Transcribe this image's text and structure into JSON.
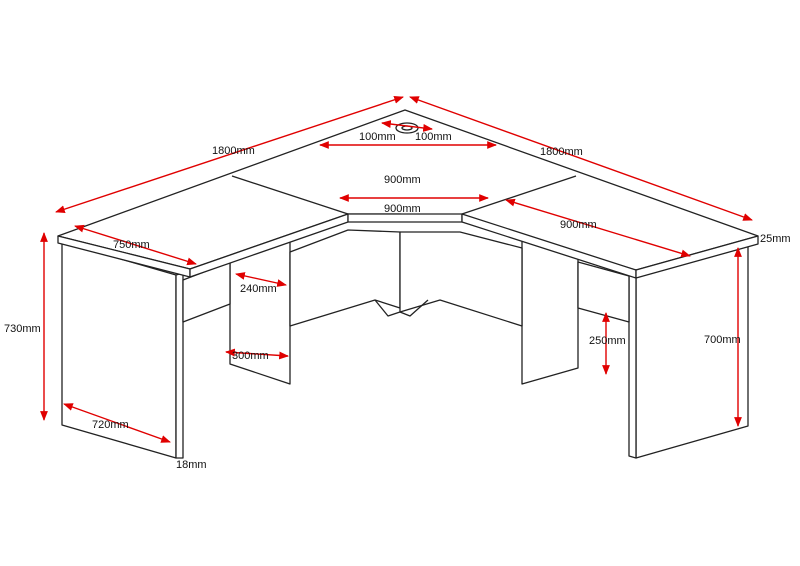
{
  "colors": {
    "dimension": "#e00000",
    "outline": "#222222",
    "background": "#ffffff"
  },
  "dimensions": {
    "total_length_left": "1800mm",
    "total_length_right": "1800mm",
    "grommet_left": "100mm",
    "grommet_right": "100mm",
    "corner_width_top": "900mm",
    "corner_width_bottom": "900mm",
    "right_return": "900mm",
    "top_thickness": "25mm",
    "desk_depth": "750mm",
    "modesty_panel_depth": "240mm",
    "overall_height": "730mm",
    "inner_leg_width": "300mm",
    "panel_height": "250mm",
    "leg_height": "700mm",
    "leg_depth": "720mm",
    "leg_thickness": "18mm"
  }
}
